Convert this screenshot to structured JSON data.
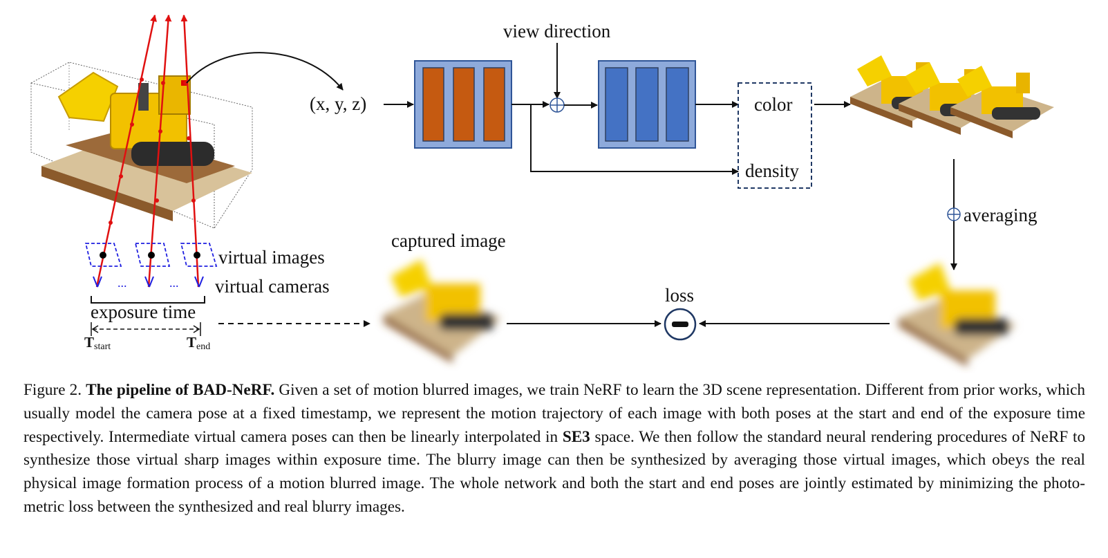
{
  "diagram": {
    "input_label": "(x, y, z)",
    "view_direction_label": "view direction",
    "color_label": "color",
    "density_label": "density",
    "averaging_label": "averaging",
    "captured_image_label": "captured image",
    "virtual_images_label": "virtual images",
    "virtual_cameras_label": "virtual cameras",
    "exposure_time_label": "exposure time",
    "loss_label": "loss",
    "ellipsis_1": "...",
    "ellipsis_2": "...",
    "t_start": {
      "main": "T",
      "sub": "start"
    },
    "t_end": {
      "main": "T",
      "sub": "end"
    },
    "colors": {
      "mlp1_bg": "#8eaadb",
      "mlp1_bar": "#c55a11",
      "mlp2_bg": "#8eaadb",
      "mlp2_bar": "#4472c4",
      "ray": "#e01010",
      "virtual_camera": "#1f1fe0",
      "output_box": "#1f3864",
      "plus_circle": "#2f5597"
    }
  },
  "caption": {
    "figure_number": "Figure 2.",
    "title": "The pipeline of BAD-NeRF.",
    "text_1": "Given a set of motion blurred images, we train NeRF to learn the 3D scene representation. Different from prior works, which usually model the camera pose at a fixed timestamp, we represent the motion trajectory of each image with both poses at the start and end of the exposure time respectively. Intermediate virtual camera poses can then be linearly interpolated in",
    "bold_term": "SE3",
    "text_2": "space. We then follow the standard neural rendering procedures of NeRF to synthesize those virtual sharp images within exposure time. The blurry image can then be synthesized by averaging those virtual images, which obeys the real physical image formation process of a motion blurred image. The whole network and both the start and end poses are jointly estimated by minimizing the photo-metric loss between the synthesized and real blurry images."
  }
}
